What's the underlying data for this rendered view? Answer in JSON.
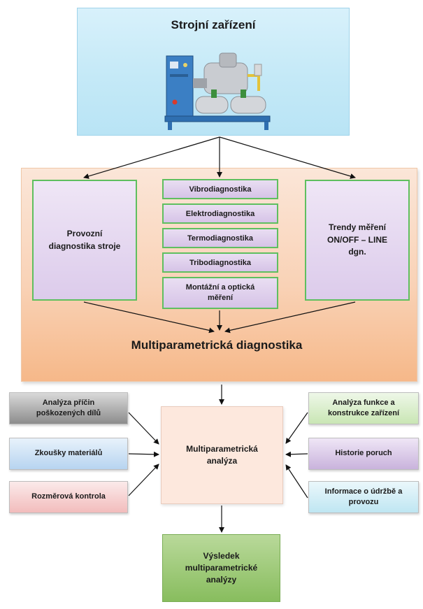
{
  "top": {
    "title": "Strojní zařízení"
  },
  "panel": {
    "left_box": "Provozní diagnostika stroje",
    "right_box": "Trendy měření ON/OFF – LINE dgn.",
    "methods": [
      "Vibrodiagnostika",
      "Elektrodiagnostika",
      "Termodiagnostika",
      "Tribodiagnostika",
      "Montážní a optická měření"
    ],
    "title": "Multiparametrická diagnostika"
  },
  "inputs": {
    "left": [
      {
        "label": "Analýza příčin poškozených dílů",
        "color": "#8c8c8c"
      },
      {
        "label": "Zkoušky materiálů",
        "color": "#b7d4f0"
      },
      {
        "label": "Rozměrová kontrola",
        "color": "#f2bcbc"
      }
    ],
    "right": [
      {
        "label": "Analýza funkce a konstrukce zařízení",
        "color": "#c9e6b4"
      },
      {
        "label": "Historie poruch",
        "color": "#c9b3dc"
      },
      {
        "label": "Informace o údržbě a provozu",
        "color": "#bfe6f2"
      }
    ]
  },
  "center": {
    "label": "Multiparametrická analýza"
  },
  "result": {
    "label": "Výsledek multiparametrické analýzy"
  },
  "colors": {
    "arrow": "#111111",
    "box_border_green": "#5fbf5f",
    "top_background": "#c4e9f7",
    "panel_background": "#f9d2b6"
  }
}
